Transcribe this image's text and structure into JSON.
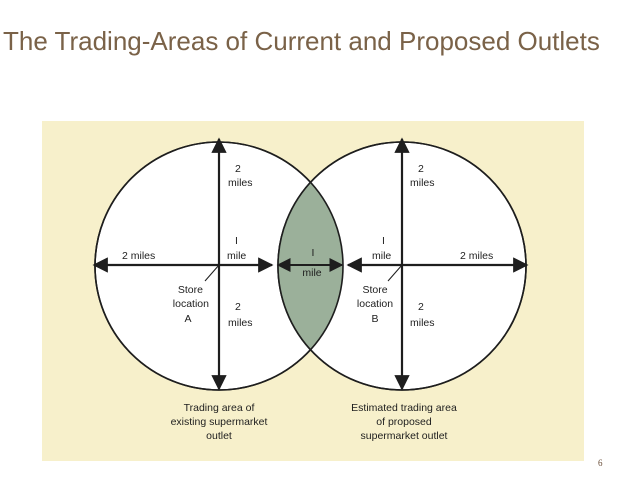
{
  "slide": {
    "title": "The Trading-Areas of Current and Proposed Outlets",
    "page_number": "6"
  },
  "diagram": {
    "colors": {
      "background": "#f7f0cb",
      "circle_fill": "#ffffff",
      "overlap_fill": "#9bb09a",
      "stroke": "#1e1e1e",
      "title_color": "#7a6248"
    },
    "store_a": {
      "up_value": "2",
      "up_unit": "miles",
      "left_label": "2 miles",
      "right_value": "I",
      "right_unit": "mile",
      "down_value": "2",
      "down_unit": "miles",
      "store_label_1": "Store",
      "store_label_2": "location",
      "store_label_3": "A",
      "caption_1": "Trading area of",
      "caption_2": "existing supermarket",
      "caption_3": "outlet"
    },
    "overlap": {
      "value": "I",
      "unit": "mile"
    },
    "store_b": {
      "up_value": "2",
      "up_unit": "miles",
      "left_value": "I",
      "left_unit": "mile",
      "right_label": "2 miles",
      "down_value": "2",
      "down_unit": "miles",
      "store_label_1": "Store",
      "store_label_2": "location",
      "store_label_3": "B",
      "caption_1": "Estimated trading area",
      "caption_2": "of proposed",
      "caption_3": "supermarket outlet"
    }
  }
}
